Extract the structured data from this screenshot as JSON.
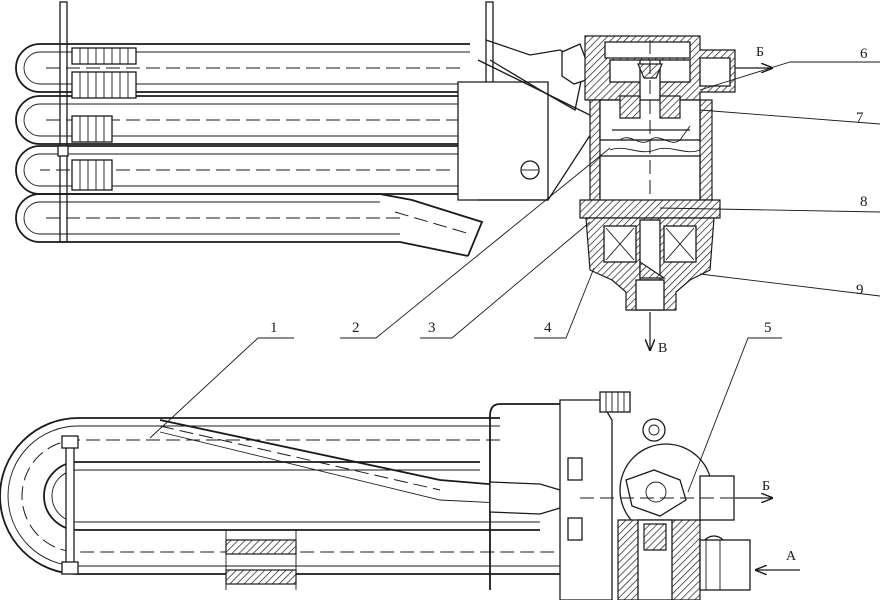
{
  "callouts": {
    "n1": "1",
    "n2": "2",
    "n3": "3",
    "n4": "4",
    "n5": "5",
    "n6": "6",
    "n7": "7",
    "n8": "8",
    "n9": "9"
  },
  "flow_labels": {
    "b_top": "Б",
    "v_bottom": "В",
    "b_lower": "Б",
    "a_lower": "А"
  },
  "colors": {
    "ink": "#1a1a1a",
    "paper": "#ffffff"
  }
}
